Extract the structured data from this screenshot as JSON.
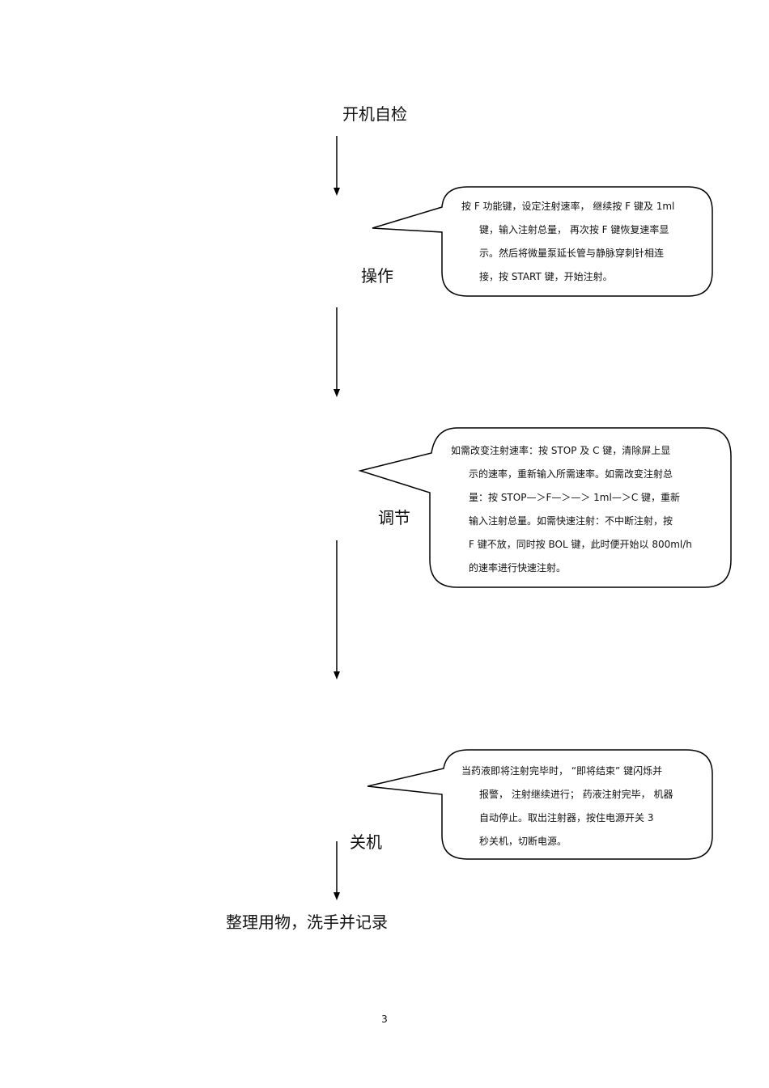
{
  "steps": [
    "开机自检",
    "操作",
    "调节",
    "关机",
    "整理用物，洗手并记录"
  ],
  "notes": [
    {
      "lines": [
        "按 F 功能键，设定注射速率，  继续按  F 键及  1ml",
        "键，输入注射总量，   再次按  F 键恢复速率显",
        "示。然后将微量泵延长管与静脉穿刺针相连",
        "接，按  START 键，开始注射。"
      ]
    },
    {
      "lines": [
        "如需改变注射速率：按     STOP 及 C 键，清除屏上显",
        "示的速率，重新输入所需速率。如需改变注射总",
        "量：按  STOP—＞F—＞—＞ 1ml—＞C 键，重新",
        "输入注射总量。如需快速注射：不中断注射，按",
        "F 键不放，同时按   BOL  键，此时便开始以    800ml/h",
        "的速率进行快速注射。"
      ]
    },
    {
      "lines": [
        "当药液即将注射完毕时，   “即将结束”  键闪烁并",
        "报警，  注射继续进行；   药液注射完毕，   机器",
        "自动停止。取出注射器，按住电源开关          3",
        "秒关机，切断电源。"
      ]
    }
  ],
  "page_number": "3"
}
